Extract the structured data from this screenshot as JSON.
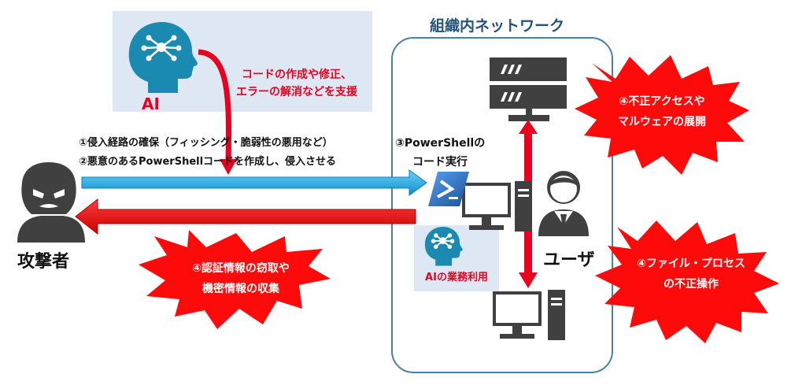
{
  "ai_panel": {
    "label": "AI",
    "support_lines": [
      "コードの作成や修正、",
      "エラーの解消などを支援"
    ]
  },
  "network": {
    "title": "組織内ネットワーク"
  },
  "attack_steps": [
    "①侵入経路の確保（フィッシング・脆弱性の悪用など）",
    "②悪意のあるPowerShellコードを作成し、侵入させる"
  ],
  "execution_label": [
    "③PowerShellの",
    "コード実行"
  ],
  "ai_business_use": "AIの業務利用",
  "attacker_label": "攻撃者",
  "user_label": "ユーザ",
  "bursts": {
    "credential_theft": [
      "④認証情報の窃取や",
      "機密情報の収集"
    ],
    "unauthorized_access": [
      "④不正アクセスや",
      "マルウェアの展開"
    ],
    "file_process": [
      "④ファイル・プロセス",
      "の不正操作"
    ]
  },
  "colors": {
    "red": "#e8001e",
    "blue_arrow": "#1aa7e0",
    "network_border": "#4a7fa6",
    "icon_teal": "#1a8ab0",
    "gray": "#404040"
  }
}
